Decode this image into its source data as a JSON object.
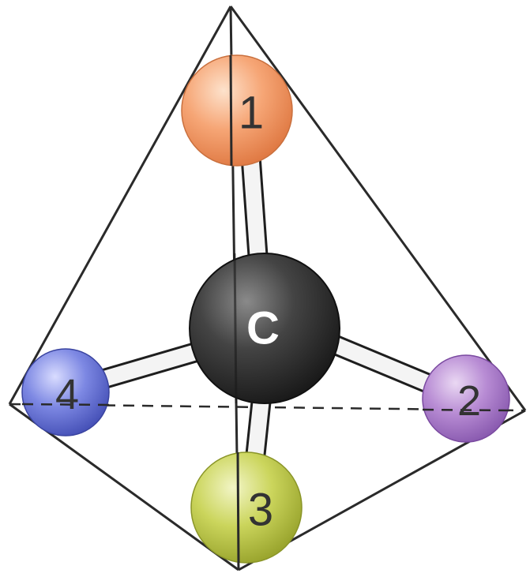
{
  "colors": {
    "background": "#ffffff",
    "edge": "#2a2a2a",
    "bond": "#f4f4f4",
    "carbon": "#3a3a3a",
    "atom_1": "#f4a474",
    "atom_2": "#b58bd2",
    "atom_3": "#c9d35a",
    "atom_4": "#7b86e0"
  },
  "center_atom": {
    "label": "C",
    "color": "#3a3a3a"
  },
  "substituents": [
    {
      "label": "1",
      "color": "#f4a474",
      "position": "apex"
    },
    {
      "label": "2",
      "color": "#b58bd2",
      "position": "right-corner"
    },
    {
      "label": "3",
      "color": "#c9d35a",
      "position": "bottom-front"
    },
    {
      "label": "4",
      "color": "#7b86e0",
      "position": "left-corner"
    }
  ]
}
